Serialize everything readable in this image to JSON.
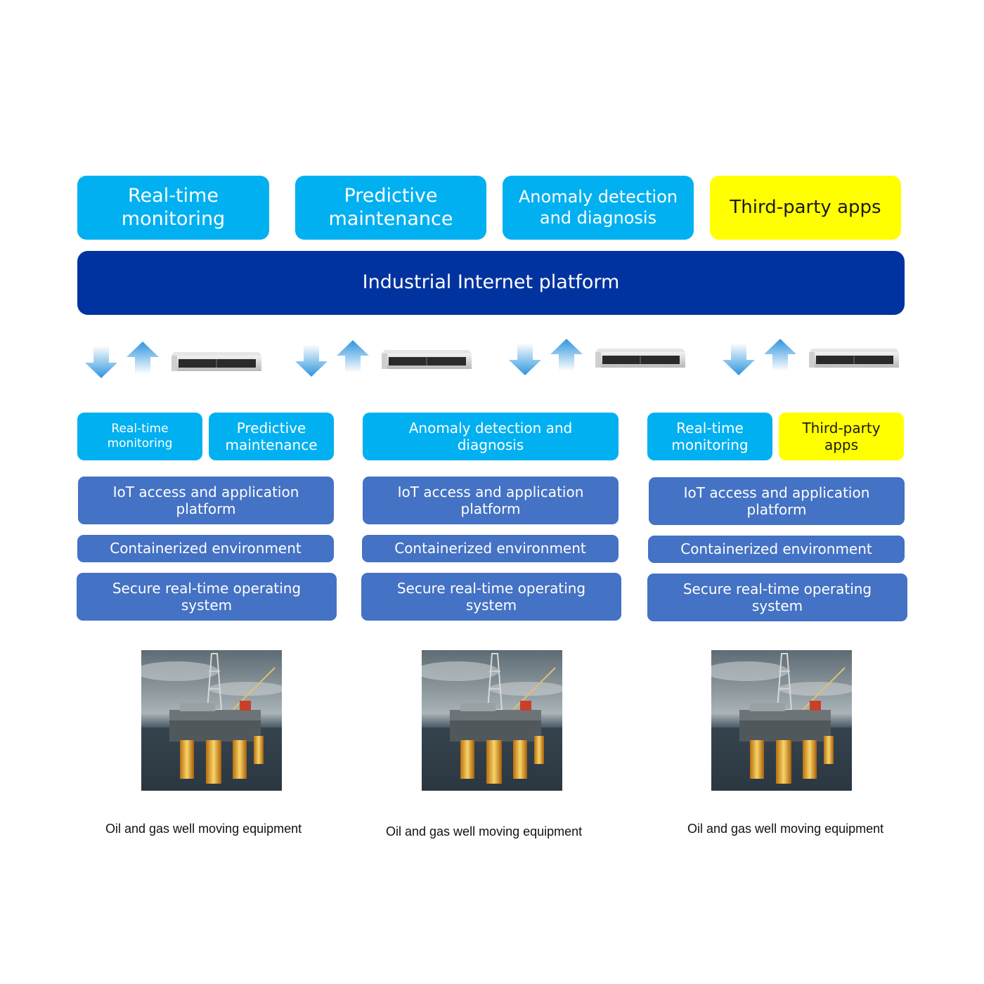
{
  "top_apps": [
    {
      "label": "Real-time\nmonitoring",
      "color": "cyan"
    },
    {
      "label": "Predictive\nmaintenance",
      "color": "cyan"
    },
    {
      "label": "Anomaly detection\nand diagnosis",
      "color": "cyan"
    },
    {
      "label": "Third-party apps",
      "color": "yellow"
    }
  ],
  "platform": {
    "label": "Industrial Internet platform"
  },
  "edge_nodes": [
    {
      "apps": [
        {
          "label": "Real-time\nmonitoring"
        },
        {
          "label": "Predictive\nmaintenance"
        }
      ],
      "layers": [
        {
          "label": "IoT access and application\nplatform"
        },
        {
          "label": "Containerized environment"
        },
        {
          "label": "Secure real-time operating\nsystem"
        }
      ],
      "caption": "Oil and gas well moving equipment"
    },
    {
      "apps": [
        {
          "label": "Anomaly detection and\ndiagnosis"
        }
      ],
      "layers": [
        {
          "label": "IoT access and application\nplatform"
        },
        {
          "label": "Containerized environment"
        },
        {
          "label": "Secure real-time operating\nsystem"
        }
      ],
      "caption": "Oil and gas well moving equipment"
    },
    {
      "apps": [
        {
          "label": "Real-time\nmonitoring"
        },
        {
          "label": "Third-party\napps"
        }
      ],
      "layers": [
        {
          "label": "IoT access and application\nplatform"
        },
        {
          "label": "Containerized environment"
        },
        {
          "label": "Secure real-time operating\nsystem"
        }
      ],
      "caption": "Oil and gas well moving equipment"
    }
  ],
  "colors": {
    "cyan": "#00b0f0",
    "yellow": "#ffff00",
    "navy": "#0033a0",
    "steel": "#4472c4",
    "arrow": "#3a9de0"
  },
  "icons": [
    "down-arrow-icon",
    "up-arrow-icon",
    "rack-server-icon",
    "offshore-rig-image"
  ]
}
